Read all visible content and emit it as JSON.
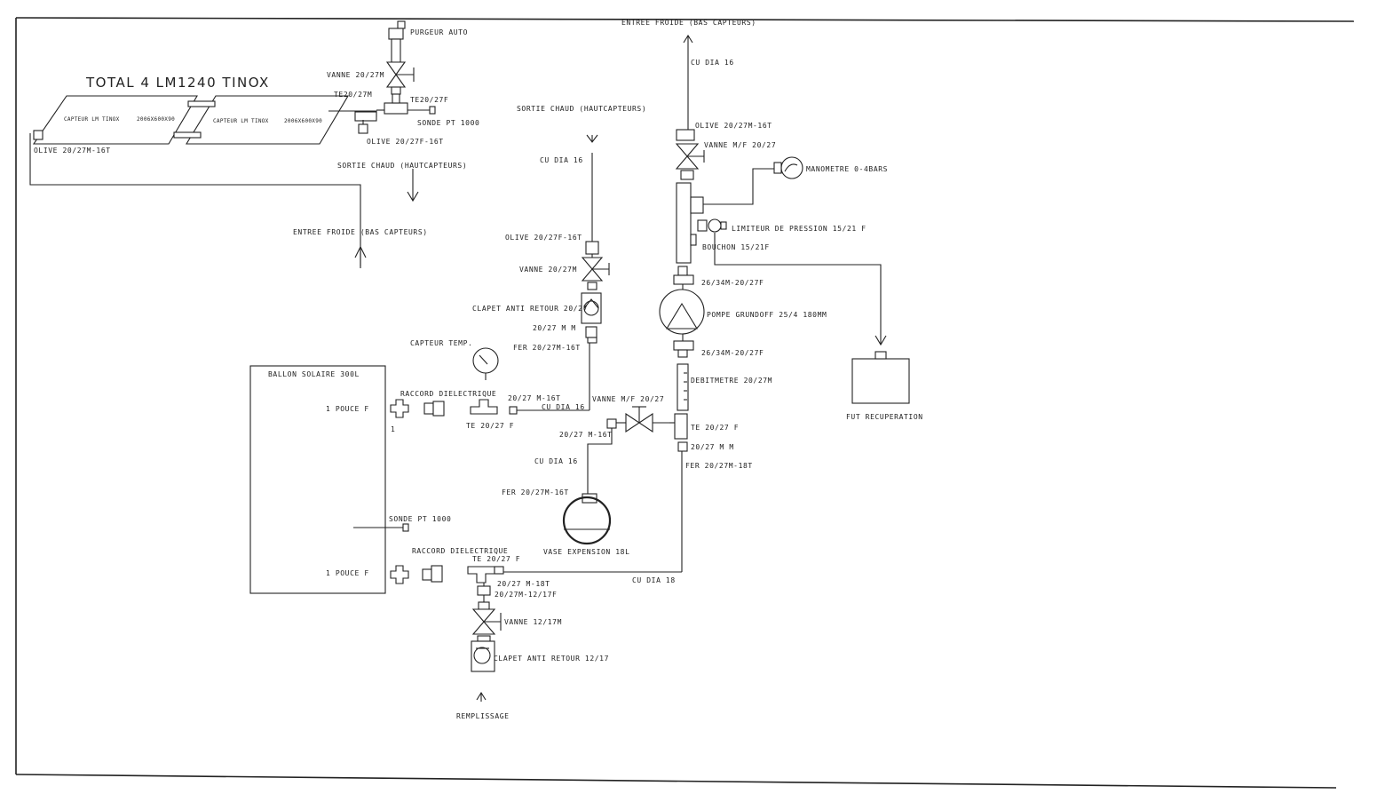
{
  "title": "TOTAL 4 LM1240 TINOX",
  "collectors": [
    {
      "name": "CAPTEUR LM TINOX",
      "dims": "2006X600X90"
    },
    {
      "name": "CAPTEUR LM TINOX",
      "dims": "2006X600X90"
    }
  ],
  "labels": {
    "purgeur_auto": "PURGEUR AUTO",
    "vanne_top": "VANNE 20/27M",
    "te_left": "TE20/27M",
    "te_right": "TE20/27F",
    "sonde_top": "SONDE PT 1000",
    "olive_top_right": "OLIVE 20/27F-16T",
    "olive_top_left": "OLIVE 20/27M-16T",
    "sortie_chaud_1": "SORTIE CHAUD (HAUTCAPTEURS)",
    "entree_froide_1": "ENTREE FROIDE (BAS CAPTEURS)",
    "entree_froide_top": "ENTREE FROIDE (BAS CAPTEURS)",
    "sortie_chaud_2": "SORTIE CHAUD (HAUTCAPTEURS)",
    "cu_dia16_left": "CU DIA 16",
    "cu_dia16_right": "CU DIA 16",
    "olive_mid": "OLIVE 20/27F-16T",
    "vanne_mid": "VANNE 20/27M",
    "clapet_mid": "CLAPET ANTI RETOUR 20/27",
    "mm_mid": "20/27 M M",
    "fer_mid": "FER 20/27M-16T",
    "capteur_temp": "CAPTEUR TEMP.",
    "olive_right": "OLIVE 20/27M-16T",
    "vanne_mf_top": "VANNE M/F 20/27",
    "manometre": "MANOMETRE 0-4BARS",
    "limiteur": "LIMITEUR DE PRESSION 15/21 F",
    "bouchon": "BOUCHON 15/21F",
    "raccord_pump_top": "26/34M-20/27F",
    "pompe": "POMPE GRUNDOFF 25/4 180MM",
    "raccord_pump_bottom": "26/34M-20/27F",
    "debitmetre": "DEBITMETRE 20/27M",
    "fut": "FUT RECUPERATION",
    "ballon": "BALLON SOLAIRE 300L",
    "raccord_di_1": "RACCORD DIELECTRIQUE",
    "pouce_1": "1 POUCE F",
    "mark_1": "1",
    "m16t_mid": "20/27 M-16T",
    "cu_dia16_horiz": "CU DIA 16",
    "te_mid": "TE 20/27 F",
    "vanne_mf_mid": "VANNE M/F 20/27",
    "te_right_mid": "TE 20/27 F",
    "m16t_vase": "20/27 M-16T",
    "mm_right": "20/27 M M",
    "fer_right": "FER 20/27M-18T",
    "cu_dia16_vase": "CU DIA 16",
    "fer_vase": "FER 20/27M-16T",
    "vase": "VASE EXPENSION 18L",
    "sonde_ballon": "SONDE PT 1000",
    "raccord_di_2": "RACCORD DIELECTRIQUE",
    "te_bottom": "TE 20/27 F",
    "pouce_2": "1 POUCE F",
    "m18t": "20/27 M-18T",
    "cu_dia18": "CU DIA 18",
    "m1217": "20/27M-12/17F",
    "vanne_bottom": "VANNE 12/17M",
    "clapet_bottom": "CLAPET ANTI RETOUR 12/17",
    "remplissage": "REMPLISSAGE"
  }
}
